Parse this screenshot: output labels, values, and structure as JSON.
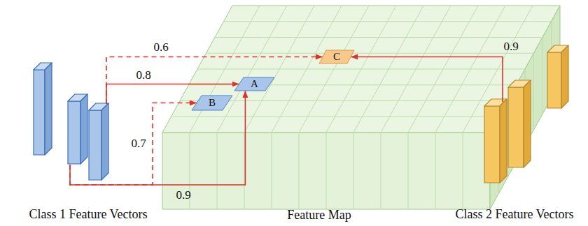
{
  "diagram": {
    "nodes": [
      {
        "text": [
          "Class 1 Feature Vectors"
        ]
      },
      {
        "text": [
          "Feature Map"
        ]
      },
      {
        "text": [
          "A"
        ],
        "in": 1
      },
      {
        "text": [
          "B"
        ],
        "in": 1
      },
      {
        "text": [
          "C"
        ],
        "in": 1
      },
      {
        "text": [
          "Class 2 Feature Vectors"
        ]
      }
    ],
    "edges": [
      {
        "from": 0,
        "to": 4,
        "label": "0.6",
        "arrow": "to"
      },
      {
        "from": 0,
        "to": 2,
        "label": "0.8",
        "arrow": "to"
      },
      {
        "from": 0,
        "to": 3,
        "label": "0.7",
        "arrow": "to"
      },
      {
        "from": 0,
        "to": 2,
        "label": "0.9",
        "arrow": "to"
      },
      {
        "from": 5,
        "to": 4,
        "label": "0.9",
        "arrow": "to"
      }
    ]
  }
}
